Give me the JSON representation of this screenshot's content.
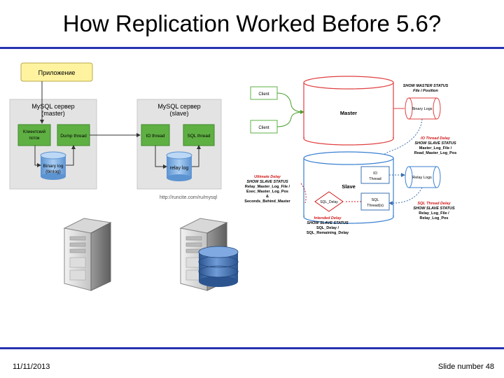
{
  "slide": {
    "title": "How Replication Worked Before 5.6?",
    "date": "11/11/2013",
    "slide_number": "Slide number 48"
  },
  "left_diagram": {
    "app_label": "Приложение",
    "master_title_1": "MySQL сервер",
    "master_title_2": "(master)",
    "slave_title_1": "MySQL сервер",
    "slave_title_2": "(slave)",
    "client_thread_1": "Клиентский",
    "client_thread_2": "поток",
    "dump_thread": "Dump thread",
    "binlog_1": "Binary log",
    "binlog_2": "(binlog)",
    "io_thread": "IO thread",
    "sql_thread": "SQL thread",
    "relay_log": "relay log",
    "url": "http://runcite.com/ru/mysql"
  },
  "right_diagram": {
    "client_1": "Client",
    "client_2": "Client",
    "master": "Master",
    "binary_logs": "Binary Logs",
    "show_master_1": "SHOW MASTER STATUS",
    "show_master_2": "File / Position",
    "io_delay_1": "IO Thread Delay",
    "io_delay_2": "SHOW SLAVE STATUS",
    "io_delay_3": "Master_Log_File /",
    "io_delay_4": "Read_Master_Log_Pos",
    "slave": "Slave",
    "io_thread_1": "IO",
    "io_thread_2": "Thread",
    "relay_logs": "Relay Logs",
    "sql_delay_node": "SQL_Delay",
    "sql_thread_1": "SQL",
    "sql_thread_2": "Thread(s)",
    "sql_delay_1": "SQL Thread Delay",
    "sql_delay_2": "SHOW SLAVE STATUS",
    "sql_delay_3": "Relay_Log_File /",
    "sql_delay_4": "Relay_Log_Pos",
    "ultimate_1": "Ultimate Delay",
    "ultimate_2": "SHOW SLAVE STATUS",
    "ultimate_3": "Relay_Master_Log_File /",
    "ultimate_4": "Exec_Master_Log_Pos",
    "ultimate_5": "&",
    "ultimate_6": "Seconds_Behind_Master",
    "intended_1": "Intended Delay",
    "intended_2": "SHOW SLAVE STATUS",
    "intended_3": "SQL_Delay /",
    "intended_4": "SQL_Remaining_Delay"
  },
  "colors": {
    "accent_rule": "#2633b0",
    "green_box": "#5fb043",
    "yellow_box": "#fff3a0",
    "blue_cylinder": "#7fb2e5",
    "red_annotation": "#d01818",
    "db_blue": "#3a68a8"
  }
}
